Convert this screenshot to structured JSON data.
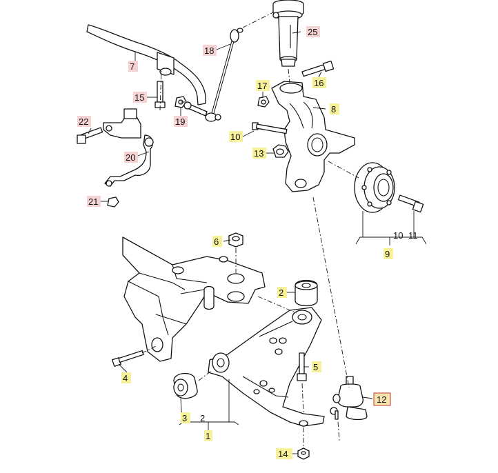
{
  "callouts": [
    {
      "id": "1",
      "text": "1",
      "style": "plain"
    },
    {
      "id": "2a",
      "text": "2",
      "style": "yellow"
    },
    {
      "id": "2b",
      "text": "2",
      "style": "plain"
    },
    {
      "id": "3",
      "text": "3",
      "style": "yellow"
    },
    {
      "id": "4",
      "text": "4",
      "style": "yellow"
    },
    {
      "id": "5",
      "text": "5",
      "style": "yellow"
    },
    {
      "id": "6",
      "text": "6",
      "style": "yellow"
    },
    {
      "id": "7",
      "text": "7",
      "style": "red"
    },
    {
      "id": "8",
      "text": "8",
      "style": "yellow"
    },
    {
      "id": "9",
      "text": "9",
      "style": "yellow"
    },
    {
      "id": "10a",
      "text": "10",
      "style": "yellow"
    },
    {
      "id": "10b",
      "text": "10",
      "style": "plain"
    },
    {
      "id": "11",
      "text": "11",
      "style": "plain"
    },
    {
      "id": "12",
      "text": "12",
      "style": "boxed"
    },
    {
      "id": "13",
      "text": "13",
      "style": "yellow"
    },
    {
      "id": "14",
      "text": "14",
      "style": "yellow"
    },
    {
      "id": "15",
      "text": "15",
      "style": "red"
    },
    {
      "id": "16",
      "text": "16",
      "style": "yellow"
    },
    {
      "id": "17",
      "text": "17",
      "style": "yellow"
    },
    {
      "id": "18",
      "text": "18",
      "style": "red"
    },
    {
      "id": "19",
      "text": "19",
      "style": "red"
    },
    {
      "id": "20",
      "text": "20",
      "style": "red"
    },
    {
      "id": "21",
      "text": "21",
      "style": "red"
    },
    {
      "id": "22",
      "text": "22",
      "style": "red"
    },
    {
      "id": "25",
      "text": "25",
      "style": "red"
    }
  ],
  "colors": {
    "red_highlight": "#f6d3d3",
    "yellow_highlight": "#f7f29a",
    "boxed_fill": "#f7e3b0",
    "boxed_border": "#c0392b",
    "line": "#111111"
  }
}
